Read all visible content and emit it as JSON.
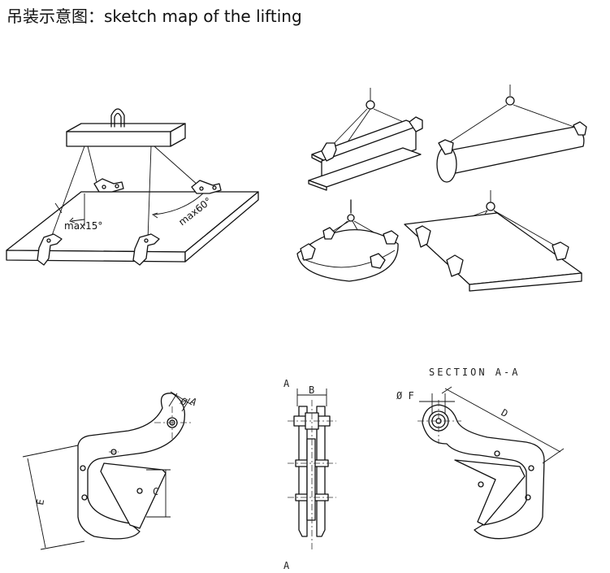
{
  "title": "吊装示意图：sketch map of the lifting",
  "angles": {
    "angle_15": "max15°",
    "angle_60": "max60°"
  },
  "dims": {
    "phi_a": "A",
    "b": "B",
    "c": "C",
    "d": "D",
    "e": "E",
    "f": "F",
    "phi_f": "Ø F",
    "section_mark_top": "A",
    "section_mark_bottom": "A",
    "section_title": "SECTION A-A"
  }
}
